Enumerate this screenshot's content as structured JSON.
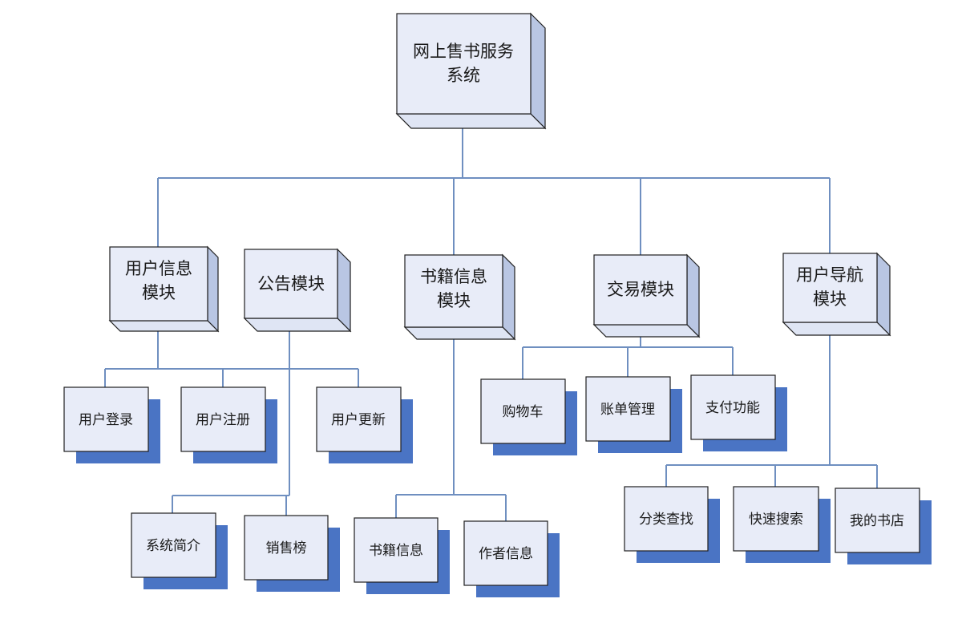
{
  "colors": {
    "box_face": "#e8ecf8",
    "box_side": "#b9c6e3",
    "box_top": "#dfe5f4",
    "shadow": "#4a74c4",
    "connector": "#6f8fc0",
    "border": "#1f1f1f"
  },
  "root": {
    "line1": "网上售书服务",
    "line2": "系统"
  },
  "modules": {
    "user_info": {
      "line1": "用户信息",
      "line2": "模块"
    },
    "notice": {
      "line1": "公告模块"
    },
    "book_info": {
      "line1": "书籍信息",
      "line2": "模块"
    },
    "trade": {
      "line1": "交易模块"
    },
    "user_nav": {
      "line1": "用户导航",
      "line2": "模块"
    }
  },
  "leaves": {
    "login": "用户登录",
    "register": "用户注册",
    "update": "用户更新",
    "intro": "系统简介",
    "bestsellers": "销售榜",
    "book_detail": "书籍信息",
    "author_detail": "作者信息",
    "cart": "购物车",
    "bill": "账单管理",
    "payment": "支付功能",
    "category": "分类查找",
    "quick_search": "快速搜索",
    "my_store": "我的书店"
  }
}
